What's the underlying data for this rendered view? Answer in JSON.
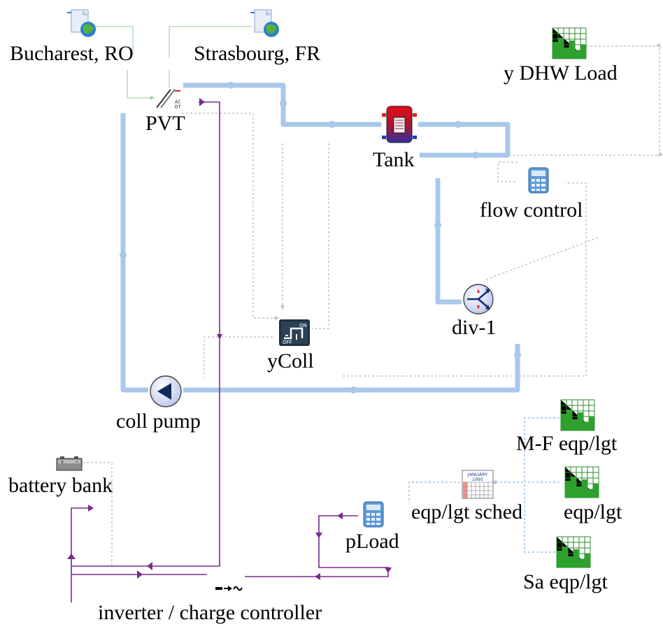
{
  "components": {
    "bucharest": {
      "label": "Bucharest, RO",
      "icon": "weather-file-icon"
    },
    "strasbourg": {
      "label": "Strasbourg, FR",
      "icon": "weather-file-icon"
    },
    "pvt": {
      "label": "PVT",
      "icon": "pvt-collector-icon"
    },
    "tank": {
      "label": "Tank",
      "icon": "storage-tank-icon"
    },
    "y_dhw_load": {
      "label": "y DHW Load",
      "icon": "profile-chart-icon"
    },
    "flow_control": {
      "label": "flow control",
      "icon": "calculator-icon"
    },
    "div1": {
      "label": "div-1",
      "icon": "diverter-icon"
    },
    "ycoll": {
      "label": "yColl",
      "icon": "on-off-controller-icon",
      "icon_text_on": "ON",
      "icon_text_off": "OFF"
    },
    "coll_pump": {
      "label": "coll pump",
      "icon": "pump-icon"
    },
    "battery_bank": {
      "label": "battery bank",
      "icon": "battery-icon"
    },
    "inverter": {
      "label": "inverter / charge controller",
      "icon": "inverter-icon"
    },
    "pload": {
      "label": "pLoad",
      "icon": "calculator-icon"
    },
    "mf_eqp": {
      "label": "M-F eqp/lgt",
      "icon": "profile-chart-icon"
    },
    "eqp_sched": {
      "label": "eqp/lgt sched",
      "icon": "calendar-icon",
      "icon_month": "JANUARY",
      "icon_year": "1995"
    },
    "eqp": {
      "label": "eqp/lgt",
      "icon": "profile-chart-icon"
    },
    "sa_eqp": {
      "label": "Sa eqp/lgt",
      "icon": "profile-chart-icon"
    }
  },
  "colors": {
    "fluid": "#a9c8ea",
    "electric": "#7a2a8c",
    "control": "#c4c4c4",
    "weather": "#b9dcb9",
    "schedule": "#a9cbe8"
  }
}
